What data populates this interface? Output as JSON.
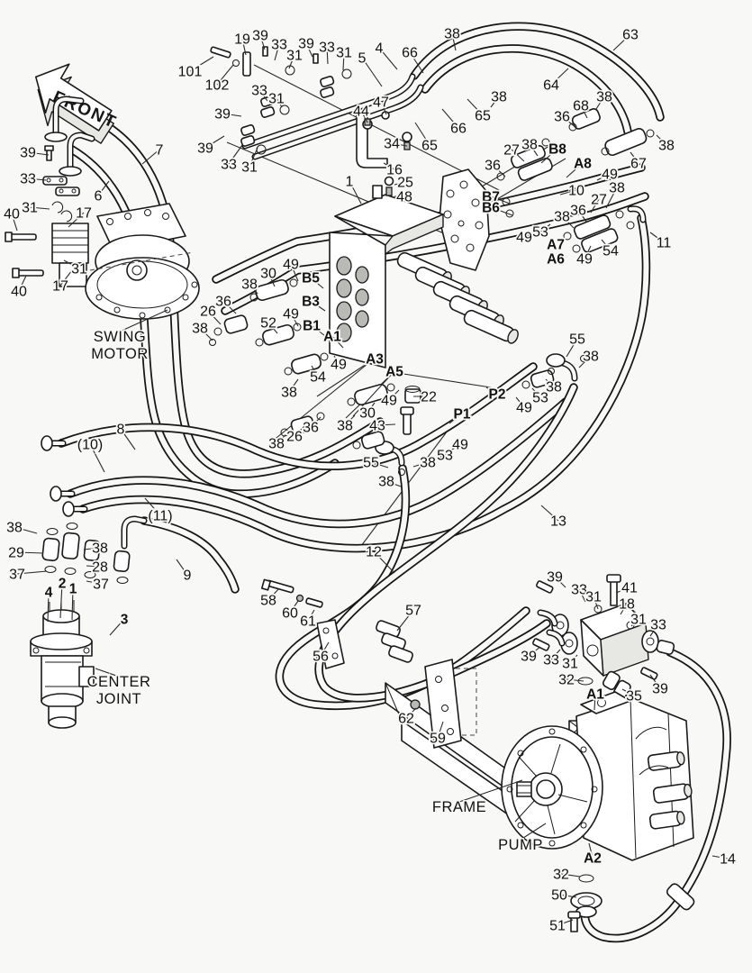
{
  "diagram": {
    "front_arrow_label": "FRONT",
    "component_labels": [
      [
        "SWING",
        133,
        374,
        186,
        344
      ],
      [
        "MOTOR",
        133,
        393,
        null,
        null
      ],
      [
        "CENTER",
        132,
        757,
        106,
        742
      ],
      [
        "JOINT",
        132,
        776,
        null,
        null
      ],
      [
        "FRAME",
        510,
        896,
        580,
        866
      ],
      [
        "PUMP",
        578,
        938,
        606,
        914
      ]
    ],
    "callouts": [
      [
        "101",
        211,
        79,
        0,
        237,
        63
      ],
      [
        "102",
        241,
        94,
        0,
        259,
        72
      ],
      [
        "19",
        269,
        43,
        0,
        273,
        61
      ],
      [
        "39",
        289,
        39,
        0,
        294,
        55
      ],
      [
        "33",
        310,
        49,
        0,
        305,
        67
      ],
      [
        "31",
        327,
        61,
        0,
        321,
        76
      ],
      [
        "39",
        340,
        48,
        0,
        347,
        63
      ],
      [
        "33",
        363,
        52,
        0,
        364,
        71
      ],
      [
        "31",
        382,
        58,
        0,
        381,
        78
      ],
      [
        "5",
        402,
        64,
        0,
        424,
        96
      ],
      [
        "4",
        421,
        53,
        0,
        441,
        77
      ],
      [
        "33",
        288,
        100,
        0,
        297,
        112
      ],
      [
        "31",
        307,
        109,
        0,
        313,
        119
      ],
      [
        "39",
        247,
        126,
        0,
        268,
        129
      ],
      [
        "39",
        228,
        164,
        0,
        249,
        151
      ],
      [
        "33",
        254,
        182,
        0,
        269,
        161
      ],
      [
        "31",
        277,
        185,
        0,
        286,
        164
      ],
      [
        "7",
        177,
        166,
        0,
        158,
        182
      ],
      [
        "6",
        109,
        217,
        0,
        121,
        201
      ],
      [
        "39",
        31,
        169,
        0,
        54,
        172
      ],
      [
        "33",
        31,
        198,
        0,
        51,
        200
      ],
      [
        "40",
        13,
        237,
        0,
        19,
        256
      ],
      [
        "31",
        33,
        230,
        0,
        55,
        232
      ],
      [
        "17",
        93,
        236,
        0,
        76,
        252
      ],
      [
        "40",
        21,
        323,
        0,
        29,
        306
      ],
      [
        "17",
        67,
        317,
        0,
        80,
        300
      ],
      [
        "31",
        88,
        298,
        0,
        71,
        289
      ],
      [
        "66",
        455,
        58,
        0,
        470,
        81
      ],
      [
        "38",
        502,
        37,
        0,
        506,
        56
      ],
      [
        "63",
        700,
        38,
        0,
        681,
        56
      ],
      [
        "64",
        612,
        94,
        0,
        631,
        76
      ],
      [
        "47",
        423,
        113,
        0,
        429,
        127
      ],
      [
        "44",
        401,
        123,
        0,
        408,
        136
      ],
      [
        "34",
        435,
        159,
        0,
        452,
        162
      ],
      [
        "16",
        438,
        188,
        0,
        426,
        181
      ],
      [
        "65",
        536,
        128,
        0,
        519,
        110
      ],
      [
        "66",
        509,
        142,
        0,
        491,
        121
      ],
      [
        "65",
        477,
        161,
        0,
        461,
        136
      ],
      [
        "38",
        554,
        107,
        0,
        545,
        119
      ],
      [
        "38",
        671,
        107,
        0,
        662,
        121
      ],
      [
        "36",
        624,
        129,
        0,
        640,
        142
      ],
      [
        "68",
        645,
        117,
        0,
        652,
        131
      ],
      [
        "38",
        740,
        161,
        0,
        729,
        150
      ],
      [
        "25",
        450,
        202,
        0,
        438,
        205
      ],
      [
        "48",
        449,
        218,
        0,
        438,
        218
      ],
      [
        "1",
        388,
        201,
        0,
        401,
        226
      ],
      [
        "27",
        568,
        166,
        0,
        582,
        179
      ],
      [
        "38",
        588,
        160,
        0,
        597,
        173
      ],
      [
        "B8",
        619,
        165,
        1,
        601,
        181
      ],
      [
        "A8",
        647,
        181,
        1,
        629,
        197
      ],
      [
        "49",
        677,
        193,
        0,
        663,
        200
      ],
      [
        "67",
        709,
        181,
        0,
        700,
        169
      ],
      [
        "36",
        547,
        183,
        0,
        561,
        196
      ],
      [
        "B7",
        545,
        218,
        1,
        566,
        226
      ],
      [
        "B6",
        545,
        230,
        1,
        569,
        239
      ],
      [
        "10",
        640,
        211,
        0,
        622,
        216
      ],
      [
        "27",
        665,
        221,
        0,
        656,
        236
      ],
      [
        "38",
        685,
        208,
        0,
        673,
        231
      ],
      [
        "36",
        642,
        233,
        0,
        651,
        246
      ],
      [
        "38",
        624,
        240,
        0,
        637,
        253
      ],
      [
        "53",
        600,
        257,
        0,
        611,
        249
      ],
      [
        "49",
        582,
        263,
        0,
        597,
        257
      ],
      [
        "A7",
        617,
        271,
        1,
        null,
        null
      ],
      [
        "A6",
        617,
        287,
        1,
        null,
        null
      ],
      [
        "54",
        678,
        278,
        0,
        668,
        266
      ],
      [
        "49",
        649,
        287,
        0,
        656,
        273
      ],
      [
        "11",
        737,
        269,
        0,
        722,
        258
      ],
      [
        "30",
        298,
        303,
        0,
        305,
        318
      ],
      [
        "49",
        323,
        293,
        0,
        331,
        312
      ],
      [
        "B5",
        345,
        308,
        1,
        359,
        320
      ],
      [
        "38",
        277,
        315,
        0,
        286,
        326
      ],
      [
        "B3",
        345,
        334,
        1,
        361,
        345
      ],
      [
        "36",
        248,
        334,
        0,
        262,
        348
      ],
      [
        "26",
        231,
        345,
        0,
        245,
        360
      ],
      [
        "52",
        298,
        358,
        0,
        308,
        370
      ],
      [
        "49",
        323,
        348,
        0,
        331,
        362
      ],
      [
        "B1",
        346,
        361,
        1,
        361,
        373
      ],
      [
        "38",
        222,
        364,
        0,
        236,
        378
      ],
      [
        "A1",
        369,
        373,
        1,
        381,
        386
      ],
      [
        "49",
        376,
        404,
        0,
        371,
        395
      ],
      [
        "A3",
        416,
        398,
        1,
        352,
        440
      ],
      [
        "A5",
        438,
        412,
        1,
        392,
        462
      ],
      [
        "54",
        353,
        418,
        0,
        346,
        406
      ],
      [
        "38",
        321,
        435,
        0,
        331,
        421
      ],
      [
        "22",
        476,
        440,
        0,
        459,
        440
      ],
      [
        "49",
        432,
        444,
        0,
        443,
        433
      ],
      [
        "30",
        408,
        458,
        0,
        416,
        447
      ],
      [
        "43",
        419,
        472,
        0,
        439,
        471
      ],
      [
        "38",
        383,
        472,
        0,
        394,
        461
      ],
      [
        "36",
        345,
        474,
        0,
        356,
        463
      ],
      [
        "26",
        327,
        484,
        0,
        338,
        473
      ],
      [
        "38",
        307,
        492,
        0,
        319,
        481
      ],
      [
        "P2",
        552,
        437,
        1,
        540,
        430
      ],
      [
        "P1",
        513,
        459,
        1,
        499,
        470
      ],
      [
        "49",
        582,
        452,
        0,
        573,
        441
      ],
      [
        "53",
        600,
        441,
        0,
        591,
        431
      ],
      [
        "38",
        615,
        429,
        0,
        606,
        421
      ],
      [
        "38",
        656,
        395,
        0,
        643,
        408
      ],
      [
        "55",
        641,
        376,
        0,
        629,
        396
      ],
      [
        "55",
        412,
        513,
        0,
        431,
        519
      ],
      [
        "38",
        475,
        513,
        0,
        459,
        518
      ],
      [
        "53",
        494,
        505,
        0,
        479,
        512
      ],
      [
        "49",
        511,
        493,
        0,
        493,
        505
      ],
      [
        "38",
        429,
        534,
        0,
        445,
        540
      ],
      [
        "8",
        134,
        476,
        0,
        150,
        499
      ],
      [
        "(10)",
        100,
        493,
        0,
        116,
        524
      ],
      [
        "(11)",
        178,
        572,
        0,
        161,
        553
      ],
      [
        "38",
        16,
        585,
        0,
        41,
        592
      ],
      [
        "29",
        18,
        613,
        0,
        48,
        614
      ],
      [
        "37",
        19,
        637,
        0,
        52,
        634
      ],
      [
        "38",
        111,
        608,
        0,
        93,
        610
      ],
      [
        "28",
        111,
        629,
        0,
        96,
        628
      ],
      [
        "37",
        112,
        648,
        0,
        96,
        645
      ],
      [
        "2",
        69,
        647,
        1,
        67,
        686
      ],
      [
        "4",
        54,
        657,
        1,
        53,
        690
      ],
      [
        "1",
        81,
        653,
        1,
        80,
        688
      ],
      [
        "3",
        138,
        687,
        1,
        122,
        705
      ],
      [
        "9",
        208,
        638,
        0,
        196,
        621
      ],
      [
        "13",
        620,
        578,
        0,
        601,
        561
      ],
      [
        "12",
        415,
        612,
        0,
        438,
        636
      ],
      [
        "58",
        298,
        666,
        0,
        310,
        653
      ],
      [
        "60",
        322,
        680,
        0,
        331,
        667
      ],
      [
        "61",
        342,
        689,
        0,
        349,
        677
      ],
      [
        "56",
        356,
        728,
        0,
        365,
        713
      ],
      [
        "57",
        459,
        677,
        0,
        441,
        700
      ],
      [
        "62",
        451,
        797,
        0,
        462,
        786
      ],
      [
        "59",
        486,
        819,
        0,
        492,
        801
      ],
      [
        "39",
        616,
        640,
        0,
        628,
        652
      ],
      [
        "33",
        643,
        654,
        0,
        650,
        668
      ],
      [
        "31",
        659,
        662,
        0,
        664,
        676
      ],
      [
        "41",
        699,
        652,
        0,
        684,
        658
      ],
      [
        "18",
        696,
        670,
        0,
        689,
        682
      ],
      [
        "31",
        709,
        687,
        0,
        701,
        695
      ],
      [
        "33",
        731,
        693,
        0,
        722,
        706
      ],
      [
        "39",
        587,
        728,
        0,
        600,
        718
      ],
      [
        "33",
        612,
        732,
        0,
        622,
        721
      ],
      [
        "31",
        633,
        736,
        0,
        641,
        727
      ],
      [
        "32",
        629,
        754,
        0,
        648,
        756
      ],
      [
        "A1",
        661,
        770,
        1,
        660,
        788
      ],
      [
        "35",
        704,
        772,
        0,
        691,
        765
      ],
      [
        "39",
        733,
        764,
        0,
        722,
        749
      ],
      [
        "A2",
        658,
        952,
        1,
        654,
        936
      ],
      [
        "32",
        623,
        970,
        0,
        644,
        973
      ],
      [
        "50",
        621,
        993,
        0,
        640,
        996
      ],
      [
        "51",
        619,
        1027,
        0,
        636,
        1021
      ],
      [
        "14",
        808,
        953,
        0,
        791,
        950
      ]
    ]
  }
}
